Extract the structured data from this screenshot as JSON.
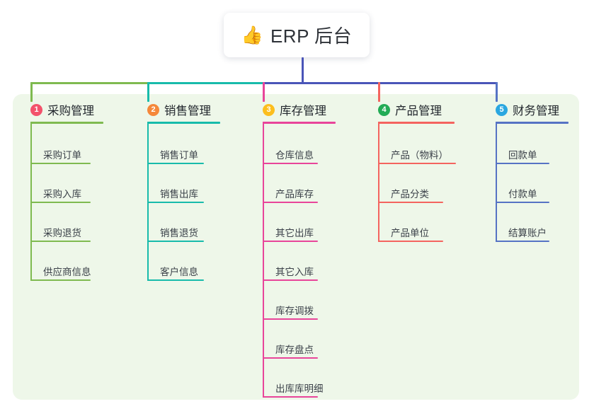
{
  "header": {
    "icon": "thumbs-up-icon",
    "emoji": "👍",
    "title": "ERP 后台"
  },
  "colors": {
    "panel_bg": "#eef7e9",
    "page_bg": "#ffffff",
    "root_connector": "#4a55b8",
    "col1": "#7fba50",
    "col2": "#18bbab",
    "col3": "#e8459a",
    "col4": "#f4645f",
    "col5": "#5673c4",
    "badge1": "#f3526b",
    "badge2": "#f5883a",
    "badge3": "#fcbe1e",
    "badge4": "#22ab55",
    "badge5": "#2aa7e0",
    "title_text": "#2e3238",
    "leaf_text": "#3b4149"
  },
  "columns": [
    {
      "index": "1",
      "title": "采购管理",
      "badge_color": "#f3526b",
      "line_color": "#7fba50",
      "items": [
        {
          "label": "采购订单"
        },
        {
          "label": "采购入库"
        },
        {
          "label": "采购退货"
        },
        {
          "label": "供应商信息"
        }
      ]
    },
    {
      "index": "2",
      "title": "销售管理",
      "badge_color": "#f5883a",
      "line_color": "#18bbab",
      "items": [
        {
          "label": "销售订单"
        },
        {
          "label": "销售出库"
        },
        {
          "label": "销售退货"
        },
        {
          "label": "客户信息"
        }
      ]
    },
    {
      "index": "3",
      "title": "库存管理",
      "badge_color": "#fcbe1e",
      "line_color": "#e8459a",
      "items": [
        {
          "label": "仓库信息"
        },
        {
          "label": "产品库存"
        },
        {
          "label": "其它出库"
        },
        {
          "label": "其它入库"
        },
        {
          "label": "库存调拨"
        },
        {
          "label": "库存盘点"
        },
        {
          "label": "出库库明细"
        }
      ]
    },
    {
      "index": "4",
      "title": "产品管理",
      "badge_color": "#22ab55",
      "line_color": "#f4645f",
      "items": [
        {
          "label": "产品（物料）"
        },
        {
          "label": "产品分类"
        },
        {
          "label": "产品单位"
        }
      ]
    },
    {
      "index": "5",
      "title": "财务管理",
      "badge_color": "#2aa7e0",
      "line_color": "#5673c4",
      "items": [
        {
          "label": "回款单"
        },
        {
          "label": "付款单"
        },
        {
          "label": "结算账户"
        }
      ]
    }
  ]
}
